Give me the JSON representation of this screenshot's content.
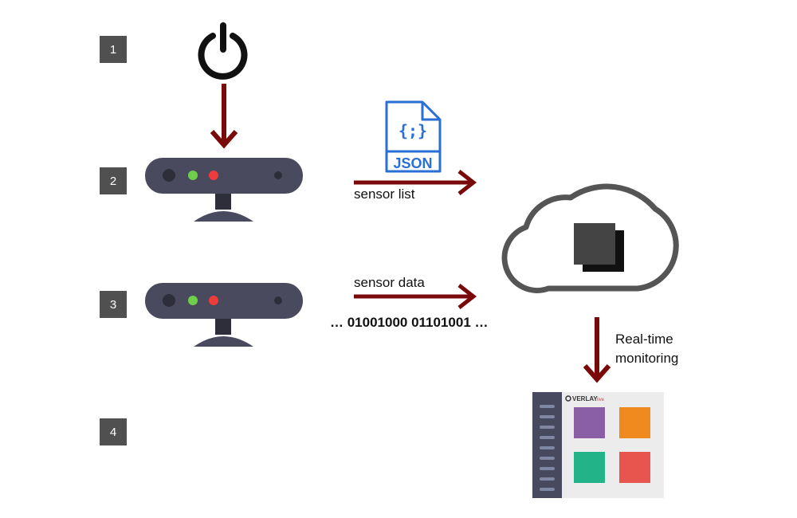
{
  "steps": [
    "1",
    "2",
    "3",
    "4"
  ],
  "labels": {
    "sensor_list": "sensor list",
    "sensor_data": "sensor data",
    "binary": "… 01001000 01101001 …",
    "realtime_line1": "Real-time",
    "realtime_line2": "monitoring"
  },
  "json_file": {
    "braces": "{;}",
    "text": "JSON"
  },
  "dashboard": {
    "logo_main": "VERLAY",
    "logo_suffix": "live",
    "tile_colors": [
      "#8a5fa6",
      "#ef8a1e",
      "#22b388",
      "#e8554e"
    ]
  },
  "colors": {
    "arrow": "#7a0a0a",
    "device": "#4a4a5e",
    "cloud": "#555555",
    "json_blue": "#2a6fd6",
    "step_box": "#505050"
  }
}
